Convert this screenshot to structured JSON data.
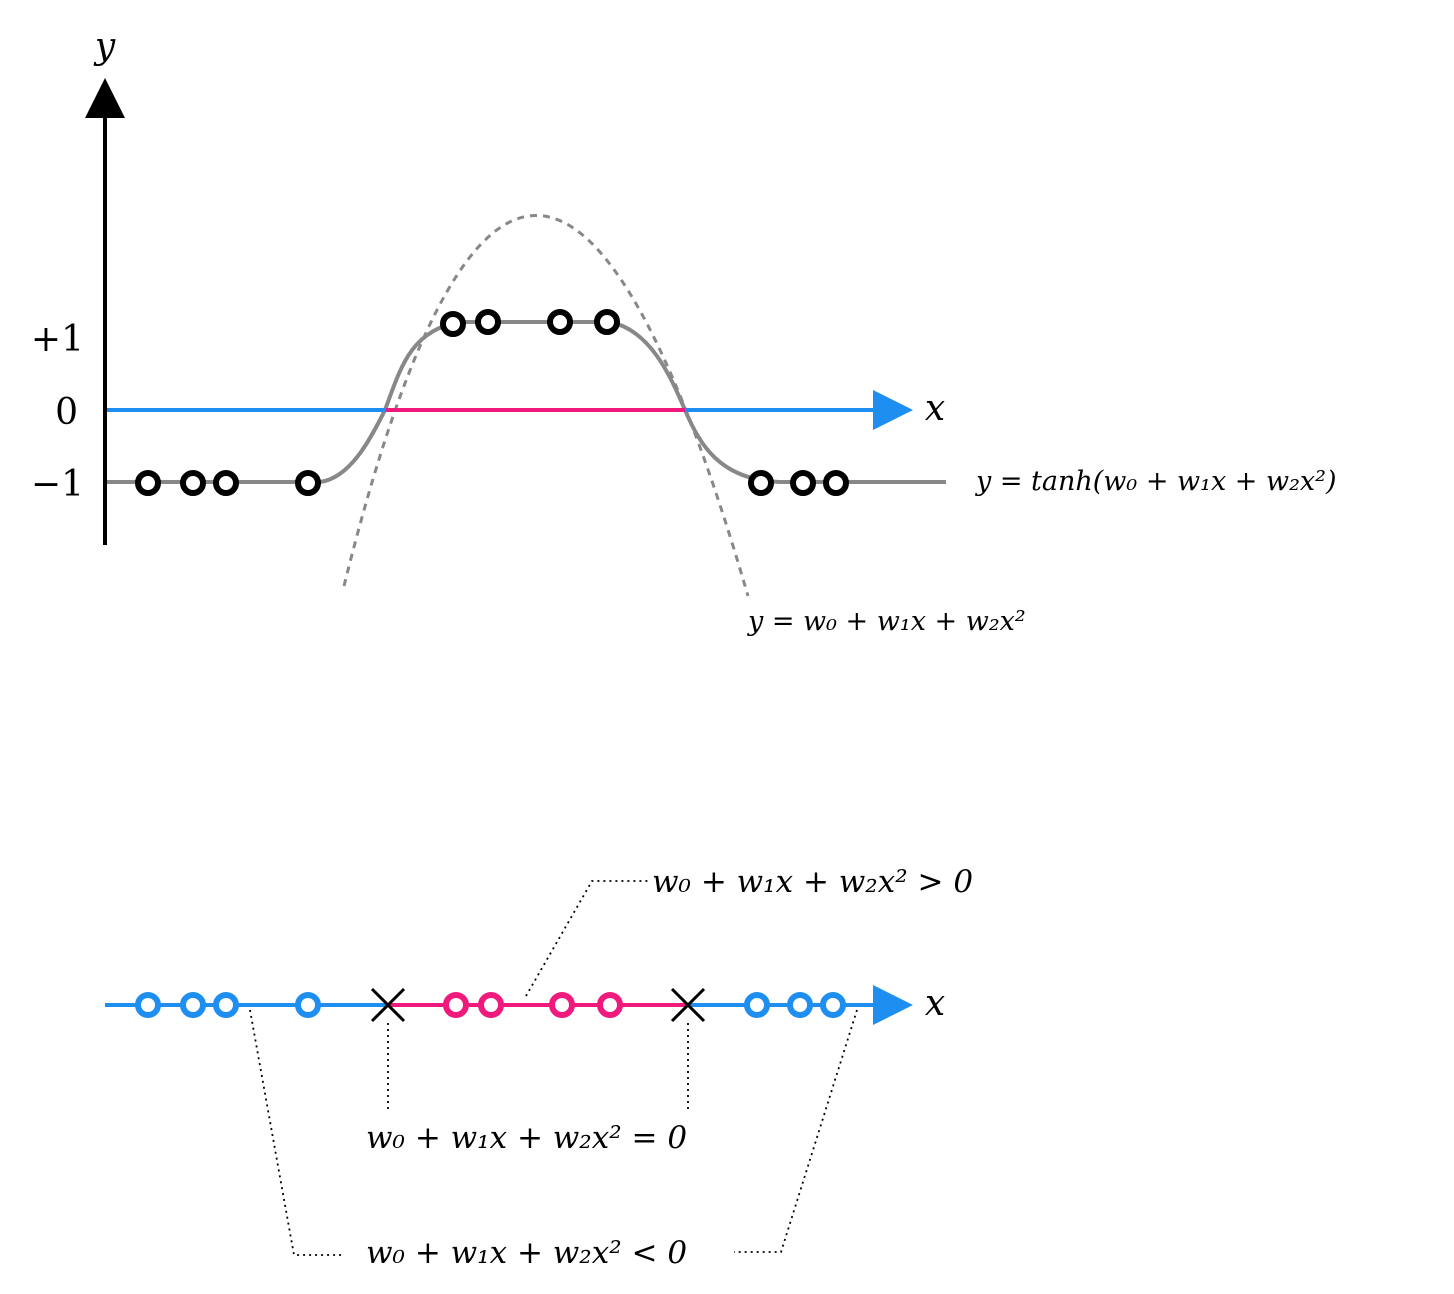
{
  "top_panel": {
    "y_axis_label": "y",
    "x_axis_label": "x",
    "tick_labels": [
      "+1",
      "0",
      "−1"
    ],
    "tanh_label": "y = tanh(w₀ + w₁x + w₂x²)",
    "quad_label": "y = w₀ + w₁x + w₂x²"
  },
  "bottom_panel": {
    "x_axis_label": "x",
    "positive_label": "w₀ + w₁x + w₂x² > 0",
    "zero_label": "w₀ + w₁x + w₂x² = 0",
    "negative_label": "w₀ + w₁x + w₂x² < 0"
  },
  "colors": {
    "axis": "#000000",
    "number_line_outside": "#1e8ef0",
    "number_line_inside": "#ef1a7c",
    "tanh_curve": "#888888",
    "quad_curve": "#888888",
    "points_top": "#000000"
  }
}
